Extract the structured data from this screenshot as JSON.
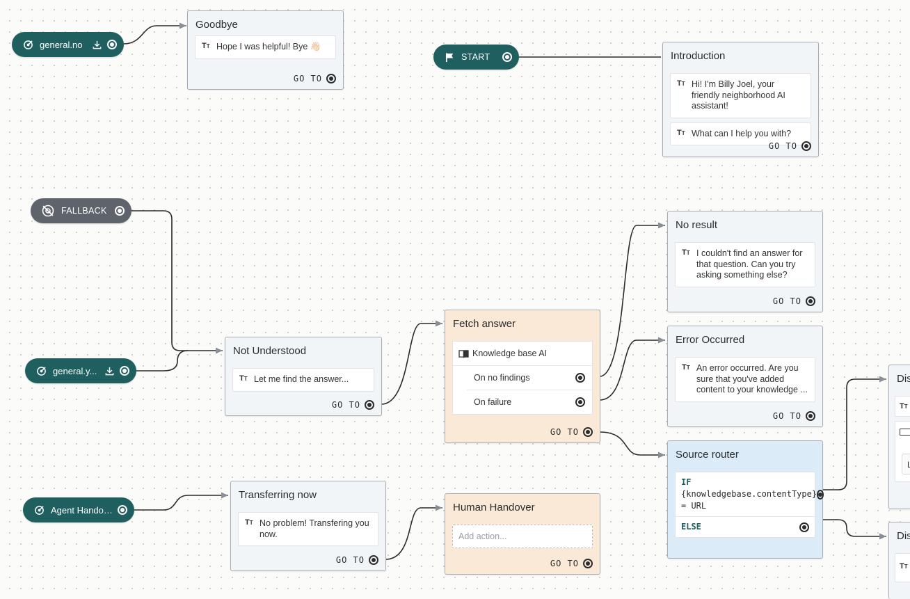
{
  "canvas": {
    "accent": "#1f5f5f",
    "fallback_color": "#5f636b",
    "orange_node_color": "#fbe9d8",
    "blue_node_color": "#dcebf8"
  },
  "goto_label": "GO TO",
  "triggers": {
    "general_no": {
      "label": "general.no",
      "icon": "target-icon"
    },
    "start": {
      "label": "START",
      "icon": "flag-icon"
    },
    "fallback": {
      "label": "FALLBACK",
      "icon": "no-target-icon"
    },
    "general_yes": {
      "label": "general.y...",
      "icon": "target-icon"
    },
    "agent_handover": {
      "label": "Agent Handov...",
      "icon": "target-icon"
    }
  },
  "nodes": {
    "goodbye": {
      "title": "Goodbye",
      "text": "Hope I was helpful! Bye 👋🏻"
    },
    "introduction": {
      "title": "Introduction",
      "texts": [
        "Hi! I'm Billy Joel, your friendly neighborhood AI assistant!",
        "What can I help you with?"
      ]
    },
    "no_result": {
      "title": "No result",
      "text": "I couldn't find an answer for that question. Can you try asking something else?"
    },
    "error_occurred": {
      "title": "Error Occurred",
      "text": "An error occurred. Are you sure that you've added content to your knowledge ..."
    },
    "not_understood": {
      "title": "Not Understood",
      "text": "Let me find the answer..."
    },
    "fetch_answer": {
      "title": "Fetch answer",
      "action": "Knowledge base AI",
      "branches": [
        "On no findings",
        "On failure"
      ]
    },
    "source_router": {
      "title": "Source router",
      "condition_keyword": "IF",
      "condition": "{knowledgebase.contentType} = URL",
      "else_keyword": "ELSE"
    },
    "transferring_now": {
      "title": "Transferring now",
      "text": "No problem! Transfering you now."
    },
    "human_handover": {
      "title": "Human Handover",
      "placeholder": "Add action..."
    },
    "dis_1": {
      "title": "Dis",
      "row_tail": "L"
    },
    "dis_2": {
      "title": "Dis"
    }
  }
}
